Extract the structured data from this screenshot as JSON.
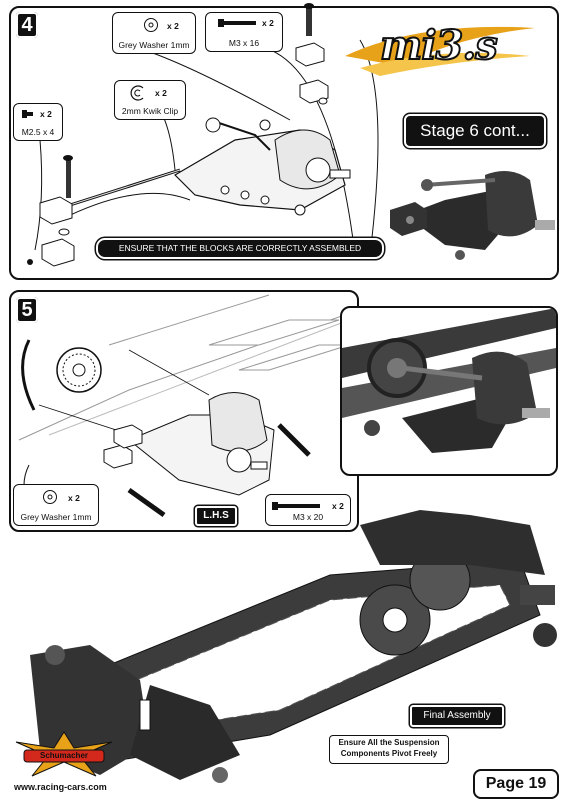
{
  "header": {
    "logo_text": "mi3.s",
    "stage_label": "Stage 6 cont..."
  },
  "step4": {
    "number": "4",
    "parts": {
      "washer": {
        "qty": "x 2",
        "label": "Grey Washer 1mm"
      },
      "screw": {
        "qty": "x 2",
        "label": "M3 x 16"
      },
      "clip": {
        "qty": "x 2",
        "label": "2mm Kwik Clip"
      },
      "small_screw": {
        "qty": "x 2",
        "label": "M2.5 x 4"
      }
    },
    "notice": "ENSURE THAT THE BLOCKS ARE CORRECTLY ASSEMBLED"
  },
  "step5": {
    "number": "5",
    "parts": {
      "washer": {
        "qty": "x 2",
        "label": "Grey Washer 1mm"
      },
      "screw": {
        "qty": "x 2",
        "label": "M3 x 20"
      }
    },
    "side_label": "L.H.S"
  },
  "final": {
    "label": "Final Assembly",
    "note_line1": "Ensure All the Suspension",
    "note_line2": "Components Pivot Freely"
  },
  "footer": {
    "brand_logo": "Schumacher",
    "website": "www.racing-cars.com",
    "page": "Page 19"
  },
  "colors": {
    "ink": "#111111",
    "part_dark": "#2b2b2b",
    "part_mid": "#8a8a8a",
    "logo_gold": "#e8a21a",
    "logo_red": "#d3281c"
  }
}
